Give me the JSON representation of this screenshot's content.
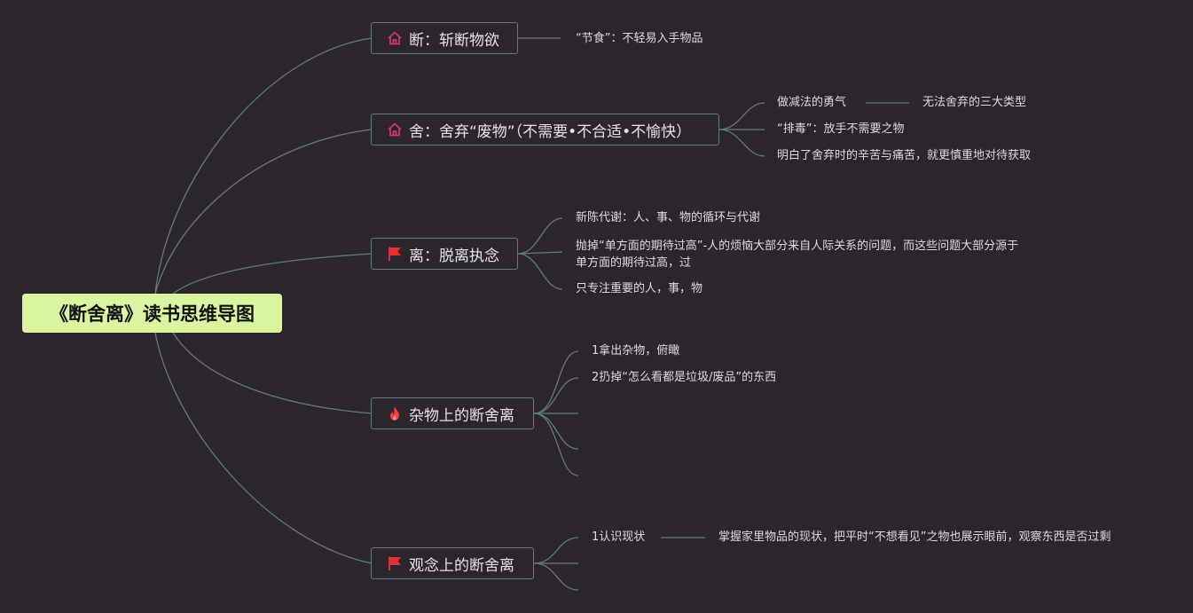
{
  "root": {
    "title": "《断舍离》读书思维导图"
  },
  "branches": {
    "b1": {
      "label": "断：斩断物欲",
      "icon": "home-icon",
      "icon_color": "#d6336c",
      "leaves": {
        "l1": "“节食”：不轻易入手物品"
      }
    },
    "b2": {
      "label": "舍：舍弃“废物”（不需要•不合适•不愉快）",
      "icon": "home-icon",
      "icon_color": "#d6336c",
      "leaves": {
        "l1": "做减法的勇气",
        "l1a": "无法舍弃的三大类型",
        "l2": "“排毒”：放手不需要之物",
        "l3": "明白了舍弃时的辛苦与痛苦，就更慎重地对待获取"
      }
    },
    "b3": {
      "label": "离：脱离执念",
      "icon": "flag-icon",
      "icon_color": "#e03131",
      "leaves": {
        "l1": "新陈代谢：人、事、物的循环与代谢",
        "l2": "抛掉“单方面的期待过高”-人的烦恼大部分来自人际关系的问题，而这些问题大部分源于单方面的期待过高，过",
        "l3": "只专注重要的人，事，物"
      }
    },
    "b4": {
      "label": "杂物上的断舍离",
      "icon": "fire-icon",
      "icon_color": "#f03e3e",
      "leaves": {
        "l1": "1拿出杂物，俯瞰",
        "l2": "2扔掉“怎么看都是垃圾/废品”的东西"
      }
    },
    "b5": {
      "label": "观念上的断舍离",
      "icon": "flag-icon",
      "icon_color": "#e03131",
      "leaves": {
        "l1": "1认识现状",
        "l1a": "掌握家里物品的现状，把平时“不想看见”之物也展示眼前，观察东西是否过剩"
      }
    }
  },
  "colors": {
    "background": "#2a262c",
    "root_fill": "#d9f5a0",
    "line": "#5d7c7a"
  }
}
